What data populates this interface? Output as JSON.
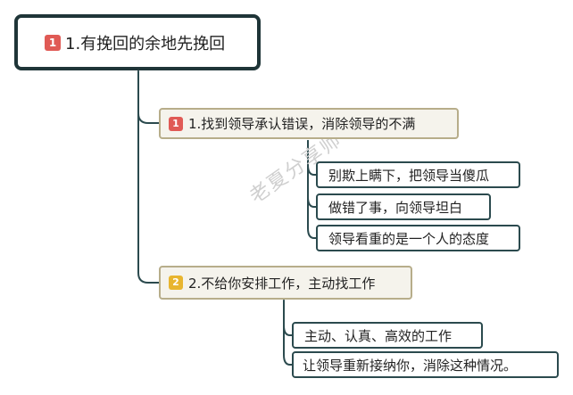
{
  "colors": {
    "root_border": "#1f3538",
    "branch_border": "#b7ad8a",
    "branch_fill": "#f5f3ec",
    "leaf_border": "#2b4a4e",
    "connector": "#2b4a4e",
    "badge_red": "#e05a55",
    "badge_gold": "#e8b52f"
  },
  "root": {
    "badge": "1",
    "label": "1.有挽回的余地先挽回"
  },
  "branches": [
    {
      "badge": "1",
      "label": "1.找到领导承认错误，消除领导的不满",
      "leaves": [
        "别欺上瞒下，把领导当傻瓜",
        "做错了事，向领导坦白",
        "领导看重的是一个人的态度"
      ]
    },
    {
      "badge": "2",
      "label": "2.不给你安排工作，主动找工作",
      "leaves": [
        "主动、认真、高效的工作",
        "让领导重新接纳你，消除这种情况。"
      ]
    }
  ],
  "watermark": "老夏分享师"
}
